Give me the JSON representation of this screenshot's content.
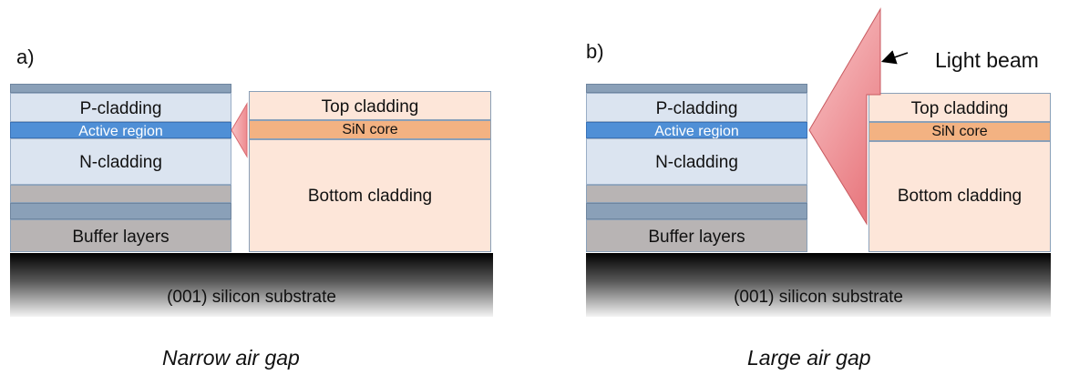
{
  "colors": {
    "outer_layer": "#8aa0b8",
    "cladding_fill": "#dbe4f0",
    "active_region": "#4f8fd6",
    "buffer_gray": "#b8b4b4",
    "peach": "#fde6d9",
    "sin_core": "#f3b282",
    "beam": "#f4a3a6"
  },
  "panel_a": {
    "tag": "a)",
    "p_cladding": "P-cladding",
    "active_region": "Active region",
    "n_cladding": "N-cladding",
    "buffer_layers": "Buffer layers",
    "top_cladding": "Top cladding",
    "sin_core": "SiN core",
    "bottom_cladding": "Bottom cladding",
    "substrate": "(001) silicon substrate",
    "caption": "Narrow air gap"
  },
  "panel_b": {
    "tag": "b)",
    "p_cladding": "P-cladding",
    "active_region": "Active region",
    "n_cladding": "N-cladding",
    "buffer_layers": "Buffer layers",
    "top_cladding": "Top cladding",
    "sin_core": "SiN core",
    "bottom_cladding": "Bottom cladding",
    "substrate": "(001) silicon substrate",
    "caption": "Large air gap",
    "beam_label": "Light beam"
  }
}
